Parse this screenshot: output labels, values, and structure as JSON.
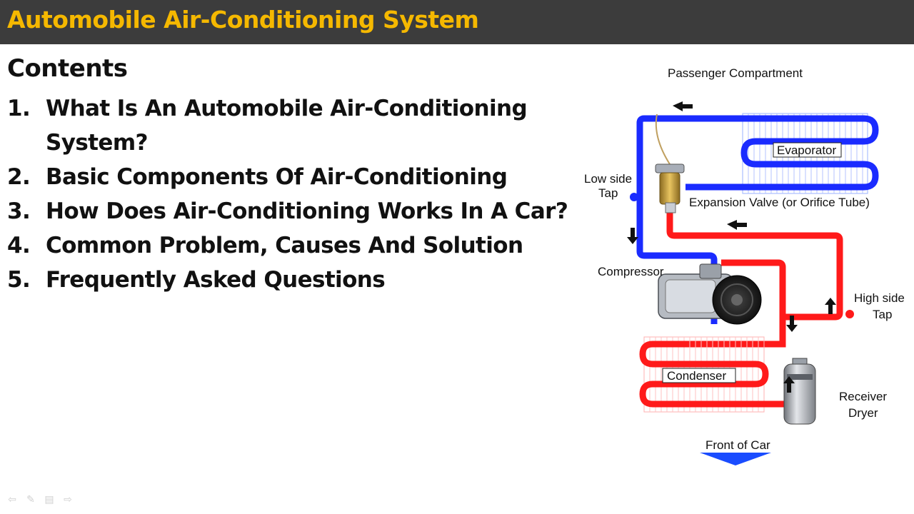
{
  "slide": {
    "title": "Automobile Air-Conditioning System",
    "contents_heading": "Contents",
    "toc": [
      {
        "num": "1.",
        "line1": "What Is An Automobile Air-Conditioning",
        "line2": "System?"
      },
      {
        "num": "2.",
        "text": "Basic Components Of Air-Conditioning"
      },
      {
        "num": "3.",
        "text": "How Does Air-Conditioning Works In A Car?"
      },
      {
        "num": "4.",
        "text": "Common Problem, Causes And Solution"
      },
      {
        "num": "5.",
        "text": "Frequently Asked Questions"
      }
    ]
  },
  "diagram": {
    "passenger_compartment": "Passenger Compartment",
    "evaporator": "Evaporator",
    "low_side_tap_1": "Low side",
    "low_side_tap_2": "Tap",
    "expansion_valve": "Expansion Valve (or Orifice Tube)",
    "compressor": "Compressor",
    "high_side_tap_1": "High side",
    "high_side_tap_2": "Tap",
    "condenser": "Condenser",
    "receiver_dryer_1": "Receiver",
    "receiver_dryer_2": "Dryer",
    "front_of_car": "Front of Car",
    "colors": {
      "low_pressure": "#1a2bff",
      "high_pressure": "#ff1a1a"
    }
  },
  "nav": {
    "prev": "⇦",
    "pen": "✎",
    "menu": "▤",
    "next": "⇨"
  }
}
